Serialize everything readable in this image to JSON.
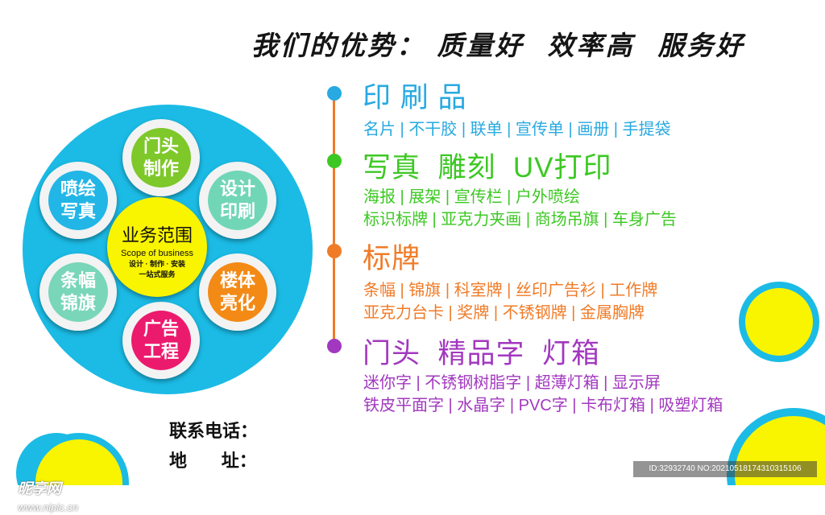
{
  "slogan": "我们的优势： 质量好  效率高  服务好",
  "scope": {
    "center_title": "业务范围",
    "center_subtitle": "Scope of business",
    "center_tagline_1": "设计 · 制作 · 安装",
    "center_tagline_2": "一站式服务",
    "items": [
      {
        "label": "门头\n制作",
        "color": "#7ec82a"
      },
      {
        "label": "设计\n印刷",
        "color": "#71d6b6"
      },
      {
        "label": "楼体\n亮化",
        "color": "#f38a16"
      },
      {
        "label": "广告\n工程",
        "color": "#ec1a6d"
      },
      {
        "label": "条幅\n锦旗",
        "color": "#79d6b8"
      },
      {
        "label": "喷绘\n写真",
        "color": "#22b6e6"
      }
    ]
  },
  "services": [
    {
      "title": "印 刷 品",
      "color": "#27a9e1",
      "lines": [
        "名片 | 不干胶 | 联单 | 宣传单 | 画册 | 手提袋"
      ]
    },
    {
      "title": "写真  雕刻  UV打印",
      "color": "#3cc823",
      "lines": [
        "海报 | 展架 | 宣传栏 | 户外喷绘",
        "标识标牌 | 亚克力夹画 | 商场吊旗 | 车身广告"
      ]
    },
    {
      "title": "标牌",
      "color": "#f07b27",
      "lines": [
        "条幅 | 锦旗 | 科室牌 | 丝印广告衫 | 工作牌",
        "亚克力台卡 | 奖牌 | 不锈钢牌 | 金属胸牌"
      ]
    },
    {
      "title": "门头  精品字  灯箱",
      "color": "#a238bf",
      "lines": [
        "迷你字 | 不锈钢树脂字 | 超薄灯箱 | 显示屏",
        "铁皮平面字 | 水晶字 | PVC字 | 卡布灯箱 | 吸塑灯箱"
      ]
    }
  ],
  "contact": {
    "phone_label": "联系电话：",
    "address_label": "地       址："
  },
  "watermark": {
    "brand": "昵享网",
    "site": "www.nipic.cn",
    "id_text": "ID:32932740 NO:20210518174310315106"
  },
  "colors": {
    "big_circle": "#1bbbe5",
    "center": "#f9f400",
    "timeline": "#f07b27",
    "deco_yellow": "#f9f400",
    "deco_blue": "#1bbbe5"
  }
}
